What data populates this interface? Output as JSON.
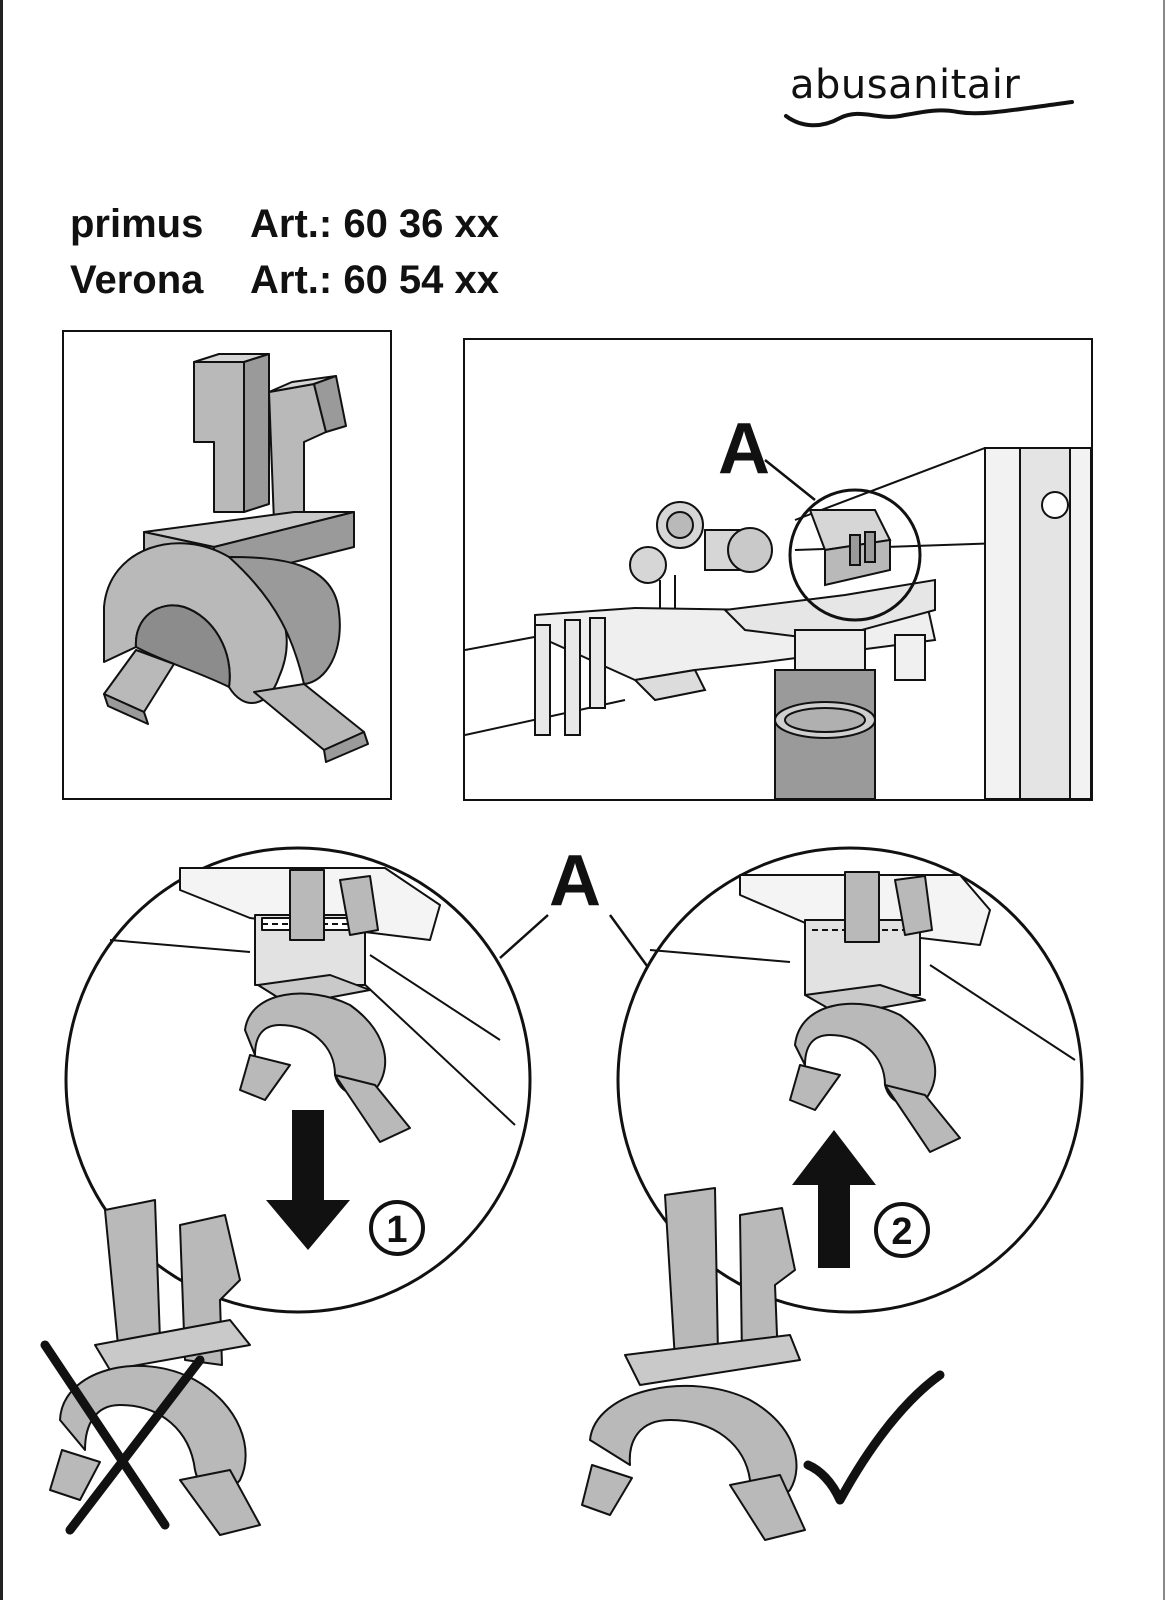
{
  "brand": {
    "name": "abusanitair"
  },
  "products": [
    {
      "name": "primus",
      "article": "Art.: 60 36 xx"
    },
    {
      "name": "Verona",
      "article": "Art.: 60 54 xx"
    }
  ],
  "callout_label": "A",
  "steps": [
    {
      "number": "1",
      "direction": "down",
      "result": "wrong"
    },
    {
      "number": "2",
      "direction": "up",
      "result": "correct"
    }
  ],
  "icons": [
    "cross-icon",
    "checkmark-icon",
    "arrow-down-icon",
    "arrow-up-icon"
  ],
  "colors": {
    "line": "#111111",
    "part_fill": "#b9b9b9",
    "part_shadow": "#9a9a9a",
    "paper": "#ffffff"
  }
}
